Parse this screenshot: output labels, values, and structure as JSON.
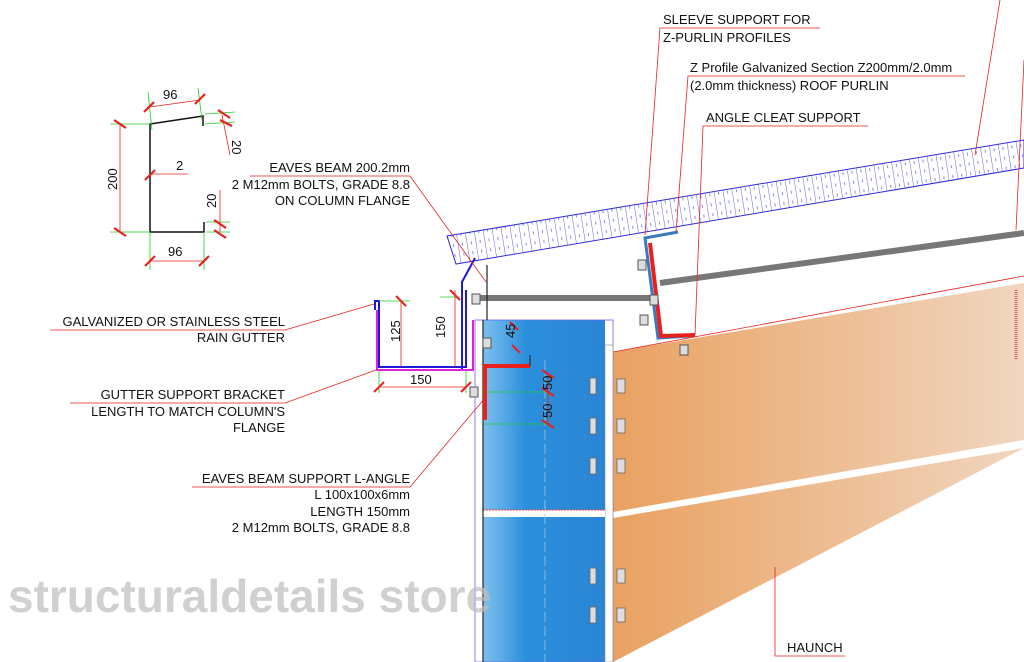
{
  "watermark": "structuraldetails store",
  "c_section_dims": {
    "top_width": "96",
    "bottom_width": "96",
    "height": "200",
    "thickness": "2",
    "top_lip": "20",
    "bottom_lip": "20"
  },
  "gutter_dims": {
    "gutter_height": "125",
    "bracket_height": "150",
    "gutter_width": "150",
    "angle_offset": "45",
    "bolt_spacing_1": "50",
    "bolt_spacing_2": "50"
  },
  "labels": {
    "sleeve": [
      "SLEEVE SUPPORT FOR",
      "Z-PURLIN PROFILES"
    ],
    "purlin": [
      "Z Profile Galvanized Section Z200mm/2.0mm",
      "(2.0mm thickness) ROOF PURLIN"
    ],
    "angle_cleat": "ANGLE CLEAT SUPPORT",
    "eaves_beam": [
      "EAVES BEAM 200.2mm",
      "2 M12mm BOLTS, GRADE 8.8",
      "ON COLUMN FLANGE"
    ],
    "gutter": [
      "GALVANIZED OR STAINLESS STEEL",
      "RAIN GUTTER"
    ],
    "bracket": [
      "GUTTER SUPPORT BRACKET",
      "LENGTH TO MATCH COLUMN'S",
      "FLANGE"
    ],
    "l_angle": [
      "EAVES BEAM SUPPORT L-ANGLE",
      "L 100x100x6mm",
      "LENGTH 150mm",
      "2 M12mm BOLTS, GRADE 8.8"
    ],
    "haunch": "HAUNCH"
  },
  "colors": {
    "annotation": "#e8211f",
    "dimension_ext": "#22cc22",
    "column": "#2b8fdc",
    "haunch": "#e9a46a",
    "roof": "#2b2bd8",
    "gutter": "#e020e0"
  }
}
